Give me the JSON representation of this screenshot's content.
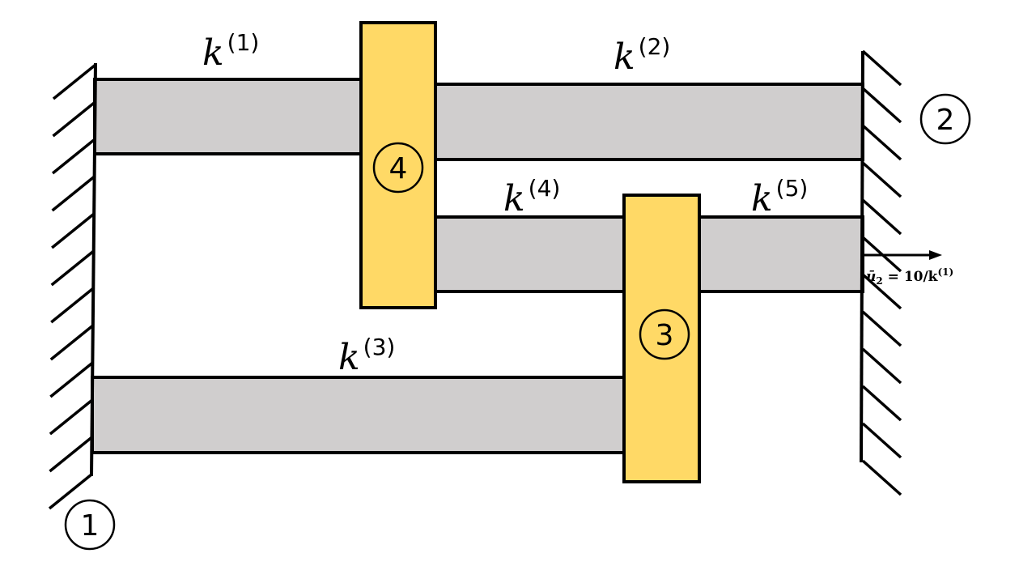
{
  "diagram": {
    "type": "spring-bar system",
    "colors": {
      "bar": "#D0CECE",
      "node": "#FFD966",
      "line": "#000000"
    },
    "elements": [
      {
        "id": "1",
        "symbol": "k",
        "sup": "(1)",
        "connects": [
          "node-1",
          "node-4"
        ]
      },
      {
        "id": "2",
        "symbol": "k",
        "sup": "(2)",
        "connects": [
          "node-4",
          "node-2"
        ]
      },
      {
        "id": "3",
        "symbol": "k",
        "sup": "(3)",
        "connects": [
          "node-1",
          "node-3"
        ]
      },
      {
        "id": "4",
        "symbol": "k",
        "sup": "(4)",
        "connects": [
          "node-4",
          "node-3"
        ]
      },
      {
        "id": "5",
        "symbol": "k",
        "sup": "(5)",
        "connects": [
          "node-3",
          "node-2"
        ]
      }
    ],
    "nodes": [
      {
        "id": "1",
        "label": "1",
        "kind": "fixed-wall"
      },
      {
        "id": "2",
        "label": "2",
        "kind": "wall-with-displacement"
      },
      {
        "id": "3",
        "label": "3",
        "kind": "rigid-block"
      },
      {
        "id": "4",
        "label": "4",
        "kind": "rigid-block"
      }
    ],
    "load": {
      "symbol": "ū",
      "sub": "2",
      "text": " = 10/k",
      "sup": "(1)"
    }
  }
}
